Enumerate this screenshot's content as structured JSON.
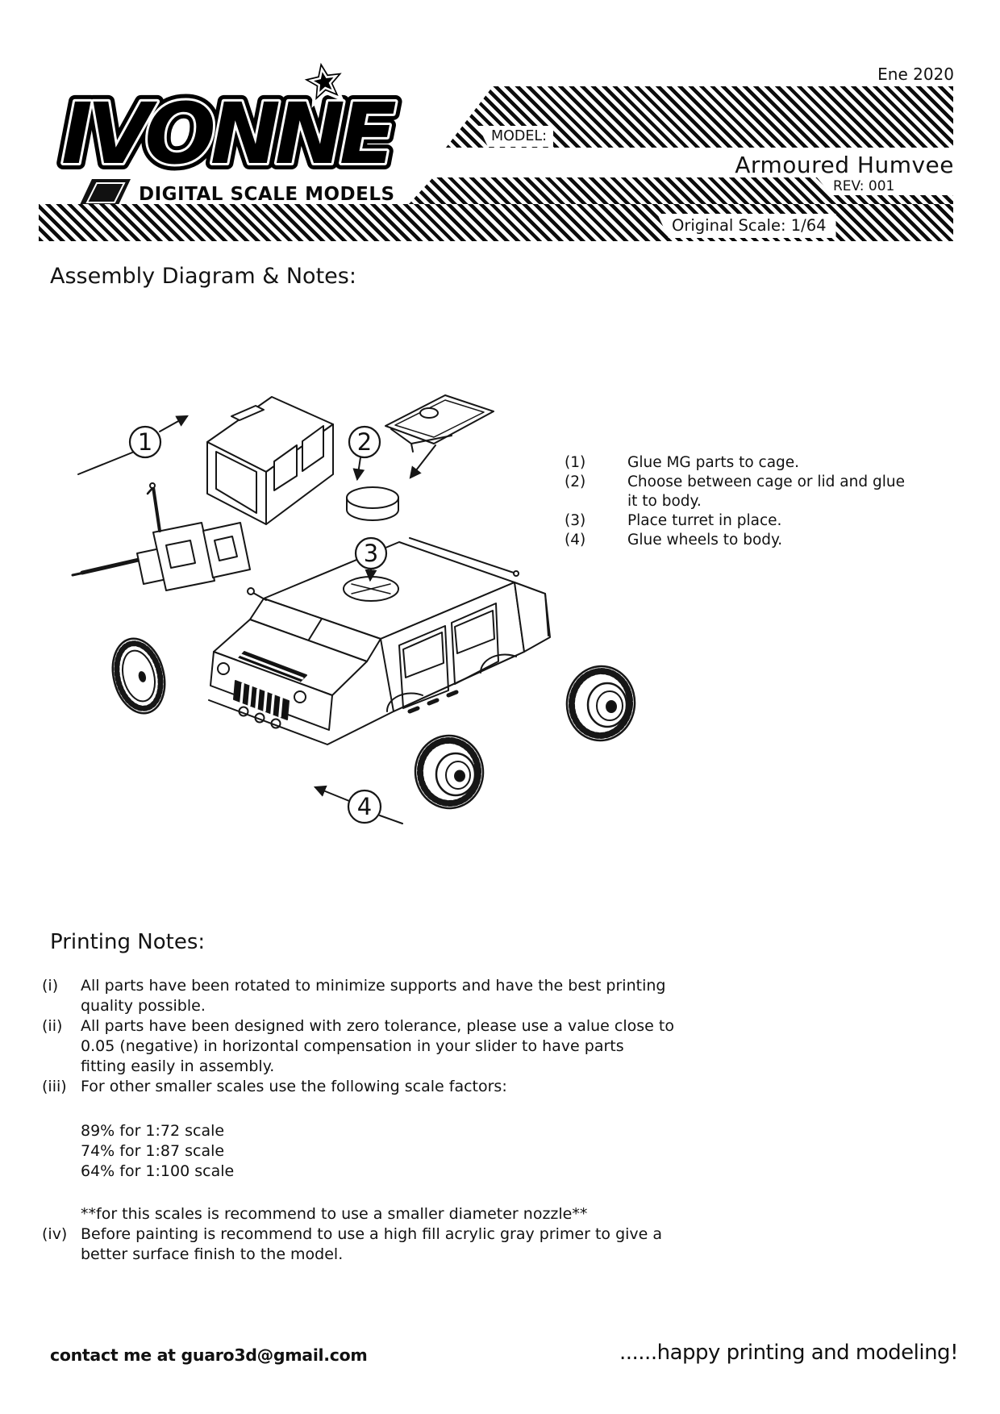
{
  "colors": {
    "ink": "#111111",
    "paper": "#ffffff",
    "stripe": "#0c0c0c"
  },
  "header": {
    "date": "Ene 2020",
    "logo": {
      "name": "IVONNE",
      "subtitle": "DIGITAL SCALE MODELS"
    },
    "model_label": "MODEL:",
    "model_name": "Armoured Humvee",
    "rev": "REV: 001",
    "original_scale": "Original Scale: 1/64"
  },
  "assembly": {
    "heading": "Assembly Diagram & Notes:",
    "callouts": [
      "1",
      "2",
      "3",
      "4"
    ],
    "steps": [
      {
        "num": "(1)",
        "text": "Glue MG parts to cage."
      },
      {
        "num": "(2)",
        "text": "Choose between cage or lid and glue\nit to body."
      },
      {
        "num": "(3)",
        "text": "Place turret in place."
      },
      {
        "num": "(4)",
        "text": "Glue wheels to body."
      }
    ]
  },
  "printing": {
    "heading": "Printing Notes:",
    "notes": [
      {
        "label": "(i)",
        "text": "All parts have been rotated to minimize supports and have the best printing\nquality possible."
      },
      {
        "label": "(ii)",
        "text": "All parts have been designed with zero tolerance, please use a value close to\n0.05 (negative) in horizontal compensation in your slider to have parts\nfitting easily in assembly."
      },
      {
        "label": "(iii)",
        "text": "For other smaller scales use the following scale factors:"
      },
      {
        "label": "",
        "text": "89% for 1:72 scale\n74% for 1:87 scale\n64% for 1:100 scale"
      },
      {
        "label": "",
        "text": "**for this scales is recommend to use a smaller diameter nozzle**"
      },
      {
        "label": "(iv)",
        "text": "Before painting is recommend to use a high fill acrylic gray primer to give a\nbetter surface finish to the model."
      }
    ]
  },
  "footer": {
    "contact": "contact me at guaro3d@gmail.com",
    "tagline": "......happy printing and modeling!"
  }
}
